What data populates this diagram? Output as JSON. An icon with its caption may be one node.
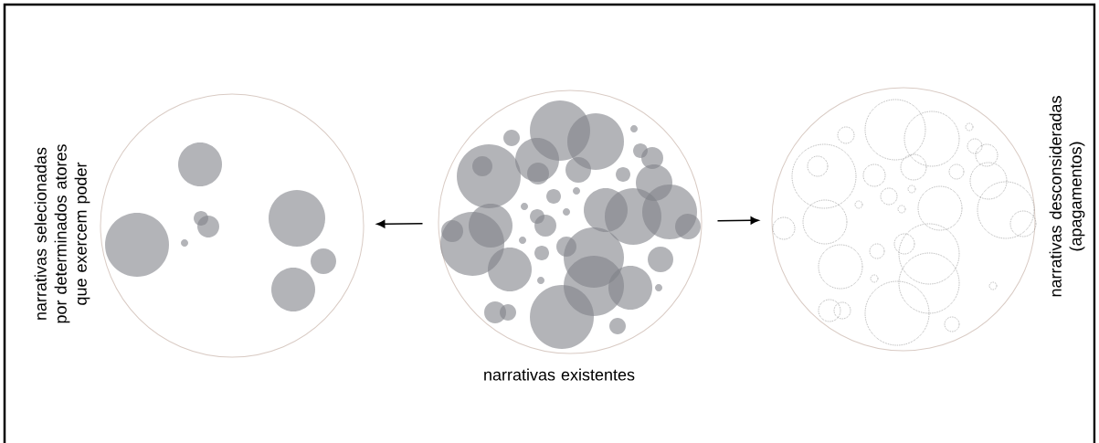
{
  "diagram": {
    "nodes": [
      {
        "text": [],
        "shape": "circle",
        "beside": [
          "narrativas selecionadas por determinados atores que exercem poder"
        ]
      },
      {
        "text": [],
        "shape": "circle",
        "beside": [
          "narrativas existentes"
        ]
      },
      {
        "text": [],
        "shape": "circle",
        "beside": [
          "narrativas desconsideradas (apagamentos)"
        ]
      }
    ],
    "edges": [
      {
        "from": 1,
        "to": 0,
        "arrow": "to"
      },
      {
        "from": 1,
        "to": 2,
        "arrow": "to"
      }
    ]
  }
}
